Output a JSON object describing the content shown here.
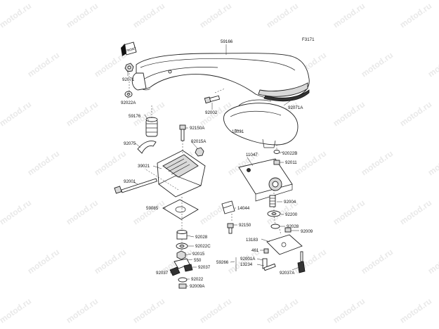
{
  "figure_id": "F3171",
  "watermark_text": "motod.ru",
  "front_icon_text": "FRONT",
  "labels": {
    "p59166": "59166",
    "p92071": "92071",
    "p92022A": "92022A",
    "p92002": "92002",
    "p92071A": "92071A",
    "p59176": "59176",
    "p92150A": "92150A",
    "p18031": "18031",
    "p92015A": "92015A",
    "p92075": "92075",
    "p92022B": "92022B",
    "p11047": "11047",
    "p92011": "92011",
    "p39021": "39021",
    "p92001": "92001",
    "p92004": "92004",
    "p14044": "14044",
    "p59085": "59085",
    "p92200": "92200",
    "p92150": "92150",
    "p92028a": "92028",
    "p92028b": "92028",
    "p92009": "92009",
    "p92022C": "92022C",
    "p13183": "13183",
    "p92015": "92015",
    "p461": "461",
    "p550": "550",
    "p92001A": "92001A",
    "p59266": "59266",
    "p13234": "13234",
    "p92037": "92037",
    "p92037b": "92037",
    "p92022": "92022",
    "p92037A": "92037A",
    "p92009A": "92009A"
  }
}
